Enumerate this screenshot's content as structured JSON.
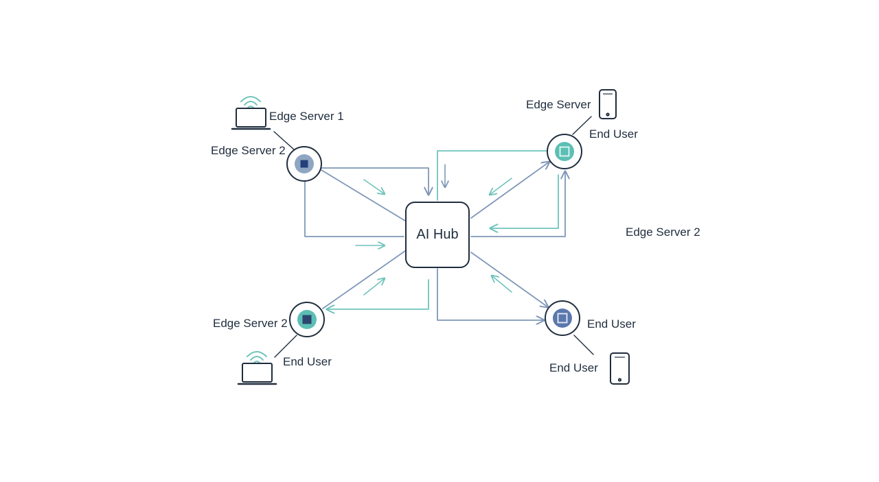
{
  "hub": {
    "label": "AI Hub"
  },
  "labels": {
    "top_left_device": "Edge Server 1",
    "top_left_node": "Edge Server 2",
    "top_right_device": "Edge Server",
    "top_right_node": "End User",
    "right_middle": "Edge Server 2",
    "bottom_left_node": "Edge Server 2",
    "bottom_left_device": "End User",
    "bottom_right_node": "End User",
    "bottom_right_device": "End User"
  },
  "colors": {
    "ink": "#1f2d3d",
    "blue_line": "#7f97b8",
    "teal_line": "#6fc3bc",
    "teal_node": "#5cbfb4",
    "blue_node": "#5b78ad",
    "grey_node": "#8ea6c2"
  },
  "icons": {
    "top_left_device": "laptop-wifi-icon",
    "top_right_device": "smartphone-icon",
    "bottom_left_device": "laptop-wifi-icon",
    "bottom_right_device": "smartphone-icon"
  }
}
